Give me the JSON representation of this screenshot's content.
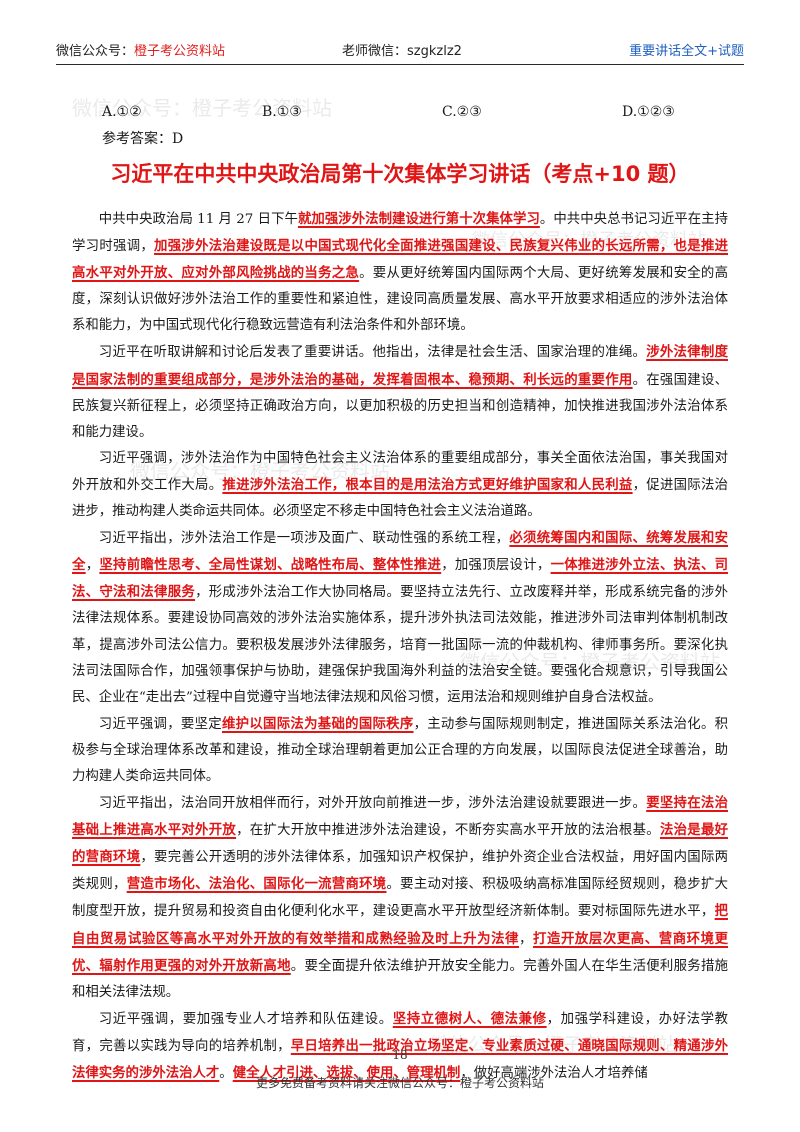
{
  "header": {
    "left_prefix": "微信公众号：",
    "left_name": "橙子考公资料站",
    "middle": "老师微信：szgkzlz2",
    "right": "重要讲话全文+试题"
  },
  "watermarks": [
    "微信公众号：橙子考公资料站",
    "微信公众号：橙子考公资料站",
    "微信公众号：橙子考公资料站",
    "微信公众号：橙子考公资料站",
    "微信公众号：橙子考公资料站"
  ],
  "answer_options": [
    "A.①②",
    "B.①③",
    "C.②③",
    "D.①②③"
  ],
  "reference_answer": "参考答案：D",
  "title": "习近平在中共中央政治局第十次集体学习讲话（考点+10 题）",
  "paragraphs": [
    [
      {
        "t": "中共中央政治局 11 月 27 日下午"
      },
      {
        "t": "就加强涉外法制建设进行第十次集体学习",
        "k": true
      },
      {
        "t": "。中共中央总书记习近平在主持学习时强调，"
      },
      {
        "t": "加强涉外法治建设既是以中国式现代化全面推进强国建设、民族复兴伟业的长远所需，也是推进高水平对外开放、应对外部风险挑战的当务之急",
        "k": true
      },
      {
        "t": "。要从更好统筹国内国际两个大局、更好统筹发展和安全的高度，深刻认识做好涉外法治工作的重要性和紧迫性，建设同高质量发展、高水平开放要求相适应的涉外法治体系和能力，为中国式现代化行稳致远营造有利法治条件和外部环境。"
      }
    ],
    [
      {
        "t": "习近平在听取讲解和讨论后发表了重要讲话。他指出，法律是社会生活、国家治理的准绳。"
      },
      {
        "t": "涉外法律制度是国家法制的重要组成部分，是涉外法治的基础，发挥着固根本、稳预期、利长远的重要作用",
        "k": true
      },
      {
        "t": "。在强国建设、民族复兴新征程上，必须坚持正确政治方向，以更加积极的历史担当和创造精神，加快推进我国涉外法治体系和能力建设。"
      }
    ],
    [
      {
        "t": "习近平强调，涉外法治作为中国特色社会主义法治体系的重要组成部分，事关全面依法治国，事关我国对外开放和外交工作大局。"
      },
      {
        "t": "推进涉外法治工作，根本目的是用法治方式更好维护国家和人民利益",
        "k": true
      },
      {
        "t": "，促进国际法治进步，推动构建人类命运共同体。必须坚定不移走中国特色社会主义法治道路。"
      }
    ],
    [
      {
        "t": "习近平指出，涉外法治工作是一项涉及面广、联动性强的系统工程，"
      },
      {
        "t": "必须统筹国内和国际、统筹发展和安全",
        "k": true
      },
      {
        "t": "，"
      },
      {
        "t": "坚持前瞻性思考、全局性谋划、战略性布局、整体性推进",
        "k": true
      },
      {
        "t": "，加强顶层设计，"
      },
      {
        "t": "一体推进涉外立法、执法、司法、守法和法律服务",
        "k": true
      },
      {
        "t": "，形成涉外法治工作大协同格局。要坚持立法先行、立改废释并举，形成系统完备的涉外法律法规体系。要建设协同高效的涉外法治实施体系，提升涉外执法司法效能，推进涉外司法审判体制机制改革，提高涉外司法公信力。要积极发展涉外法律服务，培育一批国际一流的仲裁机构、律师事务所。要深化执法司法国际合作，加强领事保护与协助，建强保护我国海外利益的法治安全链。要强化合规意识，引导我国公民、企业在“走出去”过程中自觉遵守当地法律法规和风俗习惯，运用法治和规则维护自身合法权益。"
      }
    ],
    [
      {
        "t": "习近平强调，要坚定"
      },
      {
        "t": "维护以国际法为基础的国际秩序",
        "k": true
      },
      {
        "t": "，主动参与国际规则制定，推进国际关系法治化。积极参与全球治理体系改革和建设，推动全球治理朝着更加公正合理的方向发展，以国际良法促进全球善治，助力构建人类命运共同体。"
      }
    ],
    [
      {
        "t": "习近平指出，法治同开放相伴而行，对外开放向前推进一步，涉外法治建设就要跟进一步。"
      },
      {
        "t": "要坚持在法治基础上推进高水平对外开放",
        "k": true
      },
      {
        "t": "，在扩大开放中推进涉外法治建设，不断夯实高水平开放的法治根基。"
      },
      {
        "t": "法治是最好的营商环境",
        "k": true
      },
      {
        "t": "，要完善公开透明的涉外法律体系，加强知识产权保护，维护外资企业合法权益，用好国内国际两类规则，"
      },
      {
        "t": "营造市场化、法治化、国际化一流营商环境",
        "k": true
      },
      {
        "t": "。要主动对接、积极吸纳高标准国际经贸规则，稳步扩大制度型开放，提升贸易和投资自由化便利化水平，建设更高水平开放型经济新体制。要对标国际先进水平，"
      },
      {
        "t": "把自由贸易试验区等高水平对外开放的有效举措和成熟经验及时上升为法律",
        "k": true
      },
      {
        "t": "，"
      },
      {
        "t": "打造开放层次更高、营商环境更优、辐射作用更强的对外开放新高地",
        "k": true
      },
      {
        "t": "。要全面提升依法维护开放安全能力。完善外国人在华生活便利服务措施和相关法律法规。"
      }
    ],
    [
      {
        "t": "习近平强调，要加强专业人才培养和队伍建设。"
      },
      {
        "t": "坚持立德树人、德法兼修",
        "k": true
      },
      {
        "t": "，加强学科建设，办好法学教育，完善以实践为导向的培养机制，"
      },
      {
        "t": "早日培养出一批政治立场坚定、专业素质过硬、通晓国际规则、精通涉外法律实务的涉外法治人才",
        "k": true
      },
      {
        "t": "。"
      },
      {
        "t": "健全人才引进、选拔、使用、管理机制",
        "k": true
      },
      {
        "t": "，做好高端涉外法治人才培养储"
      }
    ]
  ],
  "page_number": "18",
  "footer": "更多免费备考资料请关注微信公众号：橙子考公资料站"
}
